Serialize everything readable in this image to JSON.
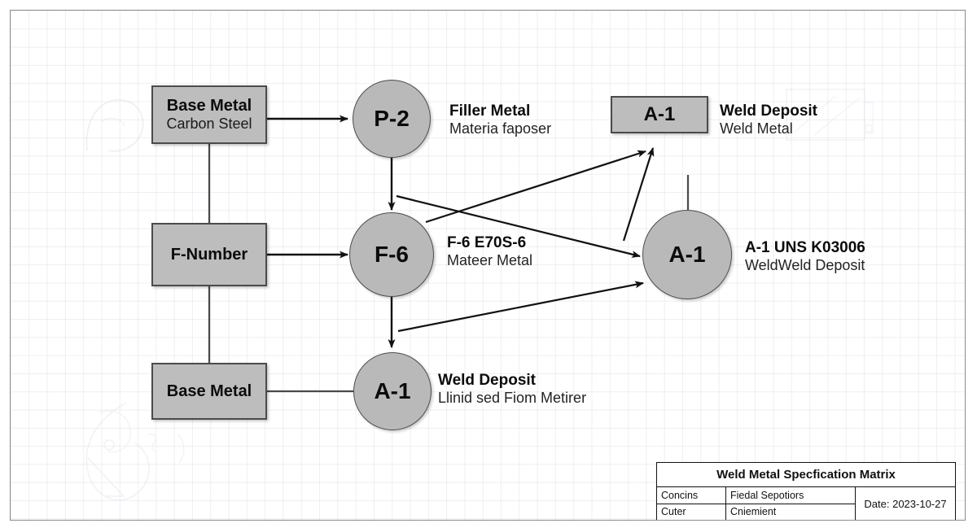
{
  "sheet": {
    "border_color": "#8d8d8d",
    "grid_color": "#c5cbd8",
    "node_fill": "#bdbdbd",
    "node_stroke": "#4b4b4b"
  },
  "nodes": {
    "base_metal_top": {
      "title": "Base Metal",
      "subtitle": "Carbon Steel"
    },
    "f_number": {
      "title": "F-Number",
      "subtitle": ""
    },
    "base_metal_bottom": {
      "title": "Base Metal",
      "subtitle": ""
    },
    "p2_circle": {
      "label": "P-2"
    },
    "f6_circle": {
      "label": "F-6"
    },
    "a1_circle_bottom": {
      "label": "A-1"
    },
    "a1_circle_right": {
      "label": "A-1"
    },
    "a1_box_top": {
      "label": "A-1"
    }
  },
  "annotations": {
    "filler_metal": {
      "head": "Filler Metal",
      "sub": "Materia faposer"
    },
    "weld_deposit_top": {
      "head": "Weld Deposit",
      "sub": "Weld Metal"
    },
    "f6_spec": {
      "head": "F-6 E70S-6",
      "sub": "Mateer Metal"
    },
    "a1_spec": {
      "head": "A-1 UNS K03006",
      "sub": "WeldWeld Deposit"
    },
    "weld_deposit_bottom": {
      "head": "Weld Deposit",
      "sub": "Llinid sed Fiom Metirer"
    }
  },
  "title_block": {
    "title": "Weld Metal Specfication Matrix",
    "row1_left": "Concins",
    "row1_right": "Fiedal Sepotiors",
    "row2_left": "Cuter",
    "row2_right": "Cniemient",
    "date": "Date:  2023-10-27"
  }
}
